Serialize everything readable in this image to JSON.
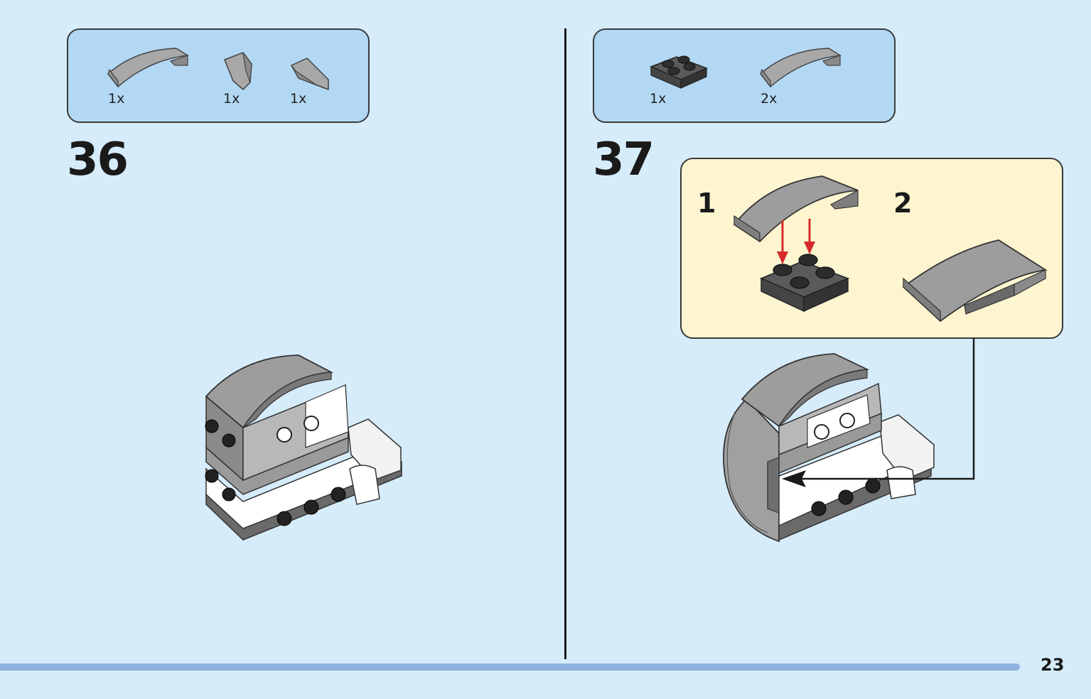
{
  "step36": {
    "number": "36",
    "parts": [
      {
        "qty": "1x",
        "icon": "curved-slope-long-icon"
      },
      {
        "qty": "1x",
        "icon": "wedge-slope-left-icon"
      },
      {
        "qty": "1x",
        "icon": "wedge-slope-right-icon"
      }
    ]
  },
  "step37": {
    "number": "37",
    "parts": [
      {
        "qty": "1x",
        "icon": "plate-2x2-icon"
      },
      {
        "qty": "2x",
        "icon": "curved-slope-long-icon"
      }
    ],
    "substeps": [
      "1",
      "2"
    ]
  },
  "page_number": "23",
  "colors": {
    "page_bg": "#d6ecfb",
    "parts_box_bg": "#b3d8f4",
    "callout_bg": "#fdf5cf",
    "arrow_red": "#d62a2a",
    "bar": "#8fb2de"
  }
}
